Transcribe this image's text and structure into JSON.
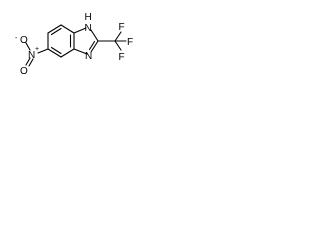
{
  "molecule": {
    "atoms": {
      "nh": {
        "symbol": "N",
        "hydrogen": "H"
      },
      "n3": {
        "symbol": "N"
      },
      "cf3_f_top": {
        "symbol": "F"
      },
      "cf3_f_right": {
        "symbol": "F"
      },
      "cf3_f_bottom": {
        "symbol": "F"
      },
      "nitro_n": {
        "symbol": "N",
        "charge": "+"
      },
      "nitro_o_up": {
        "symbol": "O",
        "charge": "-"
      },
      "nitro_o_down": {
        "symbol": "O"
      }
    }
  }
}
